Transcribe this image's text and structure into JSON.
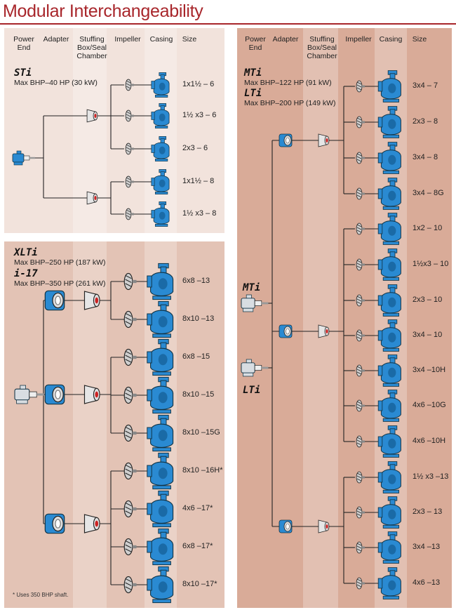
{
  "title": "Modular Interchangeability",
  "headers": {
    "power_end": [
      "Power",
      "End"
    ],
    "adapter": "Adapter",
    "stuffing_box": [
      "Stuffing",
      "Box/Seal",
      "Chamber"
    ],
    "impeller": "Impeller",
    "casing": "Casing",
    "size": "Size"
  },
  "groups": {
    "sti": {
      "models": [
        {
          "name": "STi",
          "hp": "Max BHP–40 HP (30 kW)"
        }
      ],
      "sizes": [
        "1x1½ – 6",
        "1½ x3 – 6",
        "2x3 – 6",
        "1x1½ – 8",
        "1½ x3 – 8"
      ]
    },
    "xlti": {
      "models": [
        {
          "name": "XLTi",
          "hp": "Max BHP–250 HP (187 kW)"
        },
        {
          "name": "i-17",
          "hp": "Max BHP–350 HP (261 kW)"
        }
      ],
      "sizes": [
        "6x8 –13",
        "8x10 –13",
        "6x8 –15",
        "8x10 –15",
        "8x10 –15G",
        "8x10 –16H*",
        "4x6 –17*",
        "6x8 –17*",
        "8x10 –17*"
      ],
      "footnote": "* Uses 350 BHP shaft."
    },
    "mti": {
      "models": [
        {
          "name": "MTi",
          "hp": "Max BHP–122 HP (91 kW)"
        },
        {
          "name": "LTi",
          "hp": "Max BHP–200 HP (149 kW)"
        }
      ],
      "power_end_labels": [
        "MTi",
        "LTi"
      ],
      "sizes": [
        "3x4 – 7",
        "2x3 – 8",
        "3x4 – 8",
        "3x4 – 8G",
        "1x2 – 10",
        "1½x3 – 10",
        "2x3 – 10",
        "3x4 – 10",
        "3x4 –10H",
        "4x6 –10G",
        "4x6 –10H",
        "1½ x3 –13",
        "2x3 – 13",
        "3x4 –13",
        "4x6 –13"
      ]
    }
  },
  "colors": {
    "title": "#a8262b",
    "pump_blue": "#2a8ad2",
    "panel_light": "#f2e3dc",
    "panel_mid": "#e3c3b5",
    "panel_dark": "#d9ab98"
  }
}
